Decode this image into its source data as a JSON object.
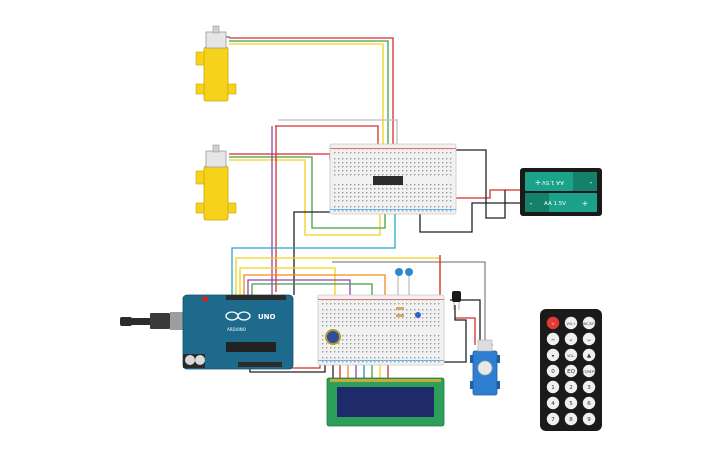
{
  "arduino": {
    "board_label": "UNO",
    "brand_label": "ARDUINO"
  },
  "battery_pack": {
    "cells": [
      {
        "label": "AA 1.5V",
        "plus": "+",
        "minus": "-"
      },
      {
        "label": "AA 1.5V",
        "plus": "+",
        "minus": "-"
      }
    ]
  },
  "remote": {
    "buttons": [
      "power",
      "VOL+",
      "FUNC/STOP",
      "prev",
      "play",
      "next",
      "down",
      "VOL-",
      "up",
      "0",
      "EQ",
      "ST/REPT",
      "1",
      "2",
      "3",
      "4",
      "5",
      "6",
      "7",
      "8",
      "9"
    ]
  },
  "colors": {
    "wire_red": "#d32f2f",
    "wire_black": "#222222",
    "wire_green": "#43a047",
    "wire_yellow": "#f2d21b",
    "wire_purple": "#8e44ad",
    "wire_cyan": "#26a6c9",
    "wire_orange": "#f08c1a",
    "wire_white": "#bdbdbd",
    "arduino_blue": "#1e6a8d",
    "motor_yellow": "#f6d21d",
    "battery_green": "#1aa38a",
    "lcd_green": "#2e9e5b",
    "lcd_screen": "#1f2a6b",
    "servo_blue": "#2f7fd0",
    "remote_black": "#1a1a1a"
  }
}
